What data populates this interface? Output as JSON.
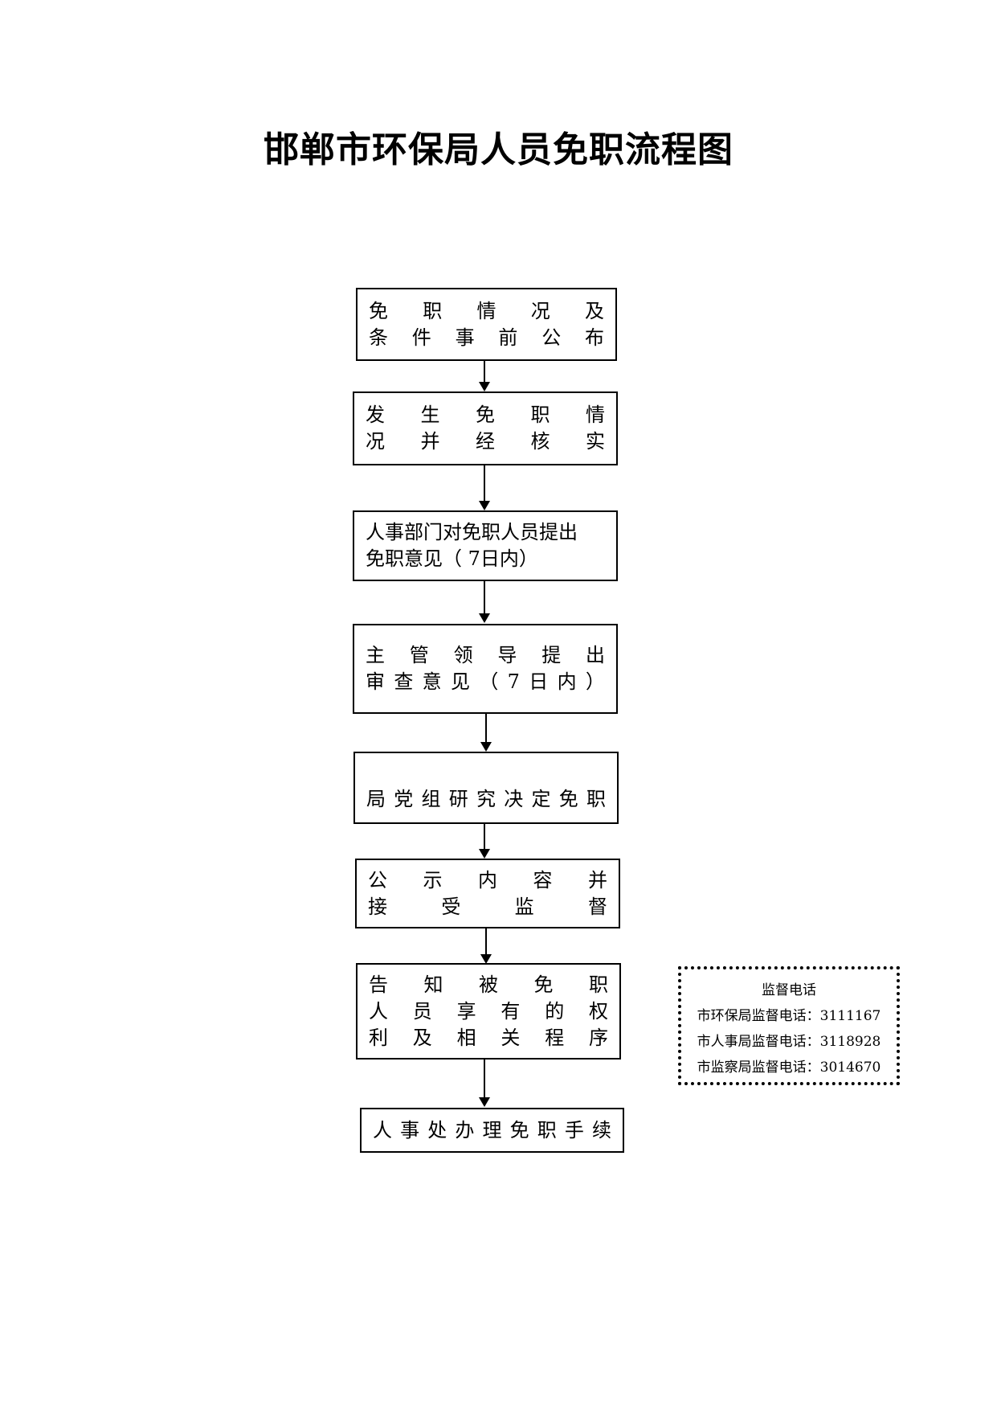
{
  "title": "邯郸市环保局人员免职流程图",
  "steps": [
    {
      "lines": [
        "免职情况及",
        "条件事前公布"
      ]
    },
    {
      "lines": [
        "发生免职情",
        "况并经核实"
      ]
    },
    {
      "lines": [
        "人事部门对免职人员提出",
        "免职意见（ 7日内）"
      ]
    },
    {
      "lines": [
        "主管领导提出",
        "审查意见（7日内）"
      ]
    },
    {
      "lines": [
        "局党组研究决定免职"
      ]
    },
    {
      "lines": [
        "公示内容并",
        "接受监督"
      ]
    },
    {
      "lines": [
        "告知被免职",
        "人员享有的权",
        "利及相关程序"
      ]
    },
    {
      "lines": [
        "人事处办理免职手续"
      ]
    }
  ],
  "supervision": {
    "heading": "监督电话",
    "phones": [
      "市环保局监督电话：3111167",
      "市人事局监督电话：3118928",
      "市监察局监督电话：3014670"
    ]
  }
}
